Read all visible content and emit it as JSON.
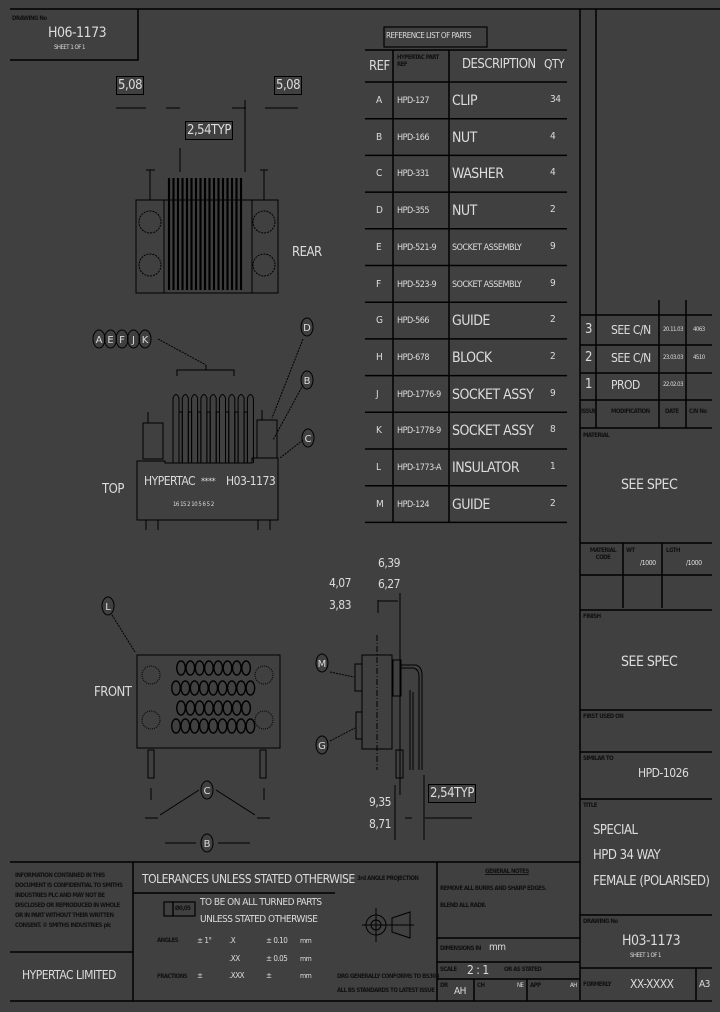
{
  "corner_box": {
    "label": "DRAWING No",
    "number": "H06-1173",
    "sheet": "SHEET 1 OF 1"
  },
  "dimensions": {
    "rear_left": "5,08",
    "rear_right": "5,08",
    "rear_pitch": "2,54TYP",
    "side_a1": "4,07",
    "side_a2": "3,83",
    "side_b1": "6,39",
    "side_b2": "6,27",
    "side_c1": "9,35",
    "side_c2": "8,71",
    "side_pitch": "2,54TYP"
  },
  "views": {
    "rear": "REAR",
    "top": "TOP",
    "front": "FRONT"
  },
  "top_marking": {
    "brand": "HYPERTAC",
    "stars": "****",
    "part": "H03-1173",
    "numbers": "16 15 2 10 5 6 5 2"
  },
  "callouts": {
    "group": [
      "A",
      "E",
      "F",
      "J",
      "K"
    ],
    "top_right": [
      "D",
      "B",
      "C"
    ],
    "front": "L",
    "side": [
      "M",
      "G"
    ],
    "below": [
      "C",
      "B"
    ]
  },
  "parts_list": {
    "title": "REFERENCE LIST OF PARTS",
    "headers": [
      "REF",
      "HYPERTAC PART REF",
      "DESCRIPTION",
      "QTY"
    ],
    "rows": [
      {
        "ref": "A",
        "part": "HPD-127",
        "desc": "CLIP",
        "qty": "34"
      },
      {
        "ref": "B",
        "part": "HPD-166",
        "desc": "NUT",
        "qty": "4"
      },
      {
        "ref": "C",
        "part": "HPD-331",
        "desc": "WASHER",
        "qty": "4"
      },
      {
        "ref": "D",
        "part": "HPD-355",
        "desc": "NUT",
        "qty": "2"
      },
      {
        "ref": "E",
        "part": "HPD-521-9",
        "desc": "SOCKET ASSEMBLY",
        "qty": "9"
      },
      {
        "ref": "F",
        "part": "HPD-523-9",
        "desc": "SOCKET ASSEMBLY",
        "qty": "9"
      },
      {
        "ref": "G",
        "part": "HPD-566",
        "desc": "GUIDE",
        "qty": "2"
      },
      {
        "ref": "H",
        "part": "HPD-678",
        "desc": "BLOCK",
        "qty": "2"
      },
      {
        "ref": "J",
        "part": "HPD-1776-9",
        "desc": "SOCKET ASSY",
        "qty": "9"
      },
      {
        "ref": "K",
        "part": "HPD-1778-9",
        "desc": "SOCKET ASSY",
        "qty": "8"
      },
      {
        "ref": "L",
        "part": "HPD-1773-A",
        "desc": "INSULATOR",
        "qty": "1"
      },
      {
        "ref": "M",
        "part": "HPD-124",
        "desc": "GUIDE",
        "qty": "2"
      }
    ]
  },
  "revisions": {
    "headers": [
      "ISSUE",
      "MODIFICATION",
      "DATE",
      "C/N No"
    ],
    "rows": [
      {
        "issue": "3",
        "mod": "SEE C/N",
        "date": "20.11.03",
        "cn": "4063"
      },
      {
        "issue": "2",
        "mod": "SEE C/N",
        "date": "23.03.03",
        "cn": "4510"
      },
      {
        "issue": "1",
        "mod": "PROD",
        "date": "22.02.03",
        "cn": ""
      }
    ]
  },
  "material": {
    "label": "MATERIAL",
    "value": "SEE SPEC",
    "code_label": "MATERIAL CODE",
    "wt_label": "WT",
    "wt_unit": "/1000",
    "lgth_label": "LGTH",
    "lgth_unit": "/1000"
  },
  "finish": {
    "label": "FINISH",
    "value": "SEE SPEC"
  },
  "first_used_on": {
    "label": "FIRST USED ON"
  },
  "similar_to": {
    "label": "SIMILAR TO",
    "value": "HPD-1026"
  },
  "title": {
    "label": "TITLE",
    "lines": [
      "SPECIAL",
      "HPD 34 WAY",
      "FEMALE (POLARISED)"
    ]
  },
  "drawing_no": {
    "label": "DRAWING No",
    "number": "H03-1173",
    "sheet": "SHEET 1 OF 1"
  },
  "formerly": {
    "label": "FORMERLY",
    "value": "XX-XXXX",
    "size": "A3"
  },
  "confidential": {
    "text": [
      "INFORMATION CONTAINED IN THIS",
      "DOCUMENT IS CONFIDENTIAL TO SMITHS",
      "INDUSTRIES PLC AND MAY NOT BE",
      "DISCLOSED OR REPRODUCED IN WHOLE",
      "OR IN PART WITHOUT THEIR WRITTEN",
      "CONSENT.  © SMITHS INDUSTRIES plc"
    ],
    "company": "HYPERTAC LIMITED"
  },
  "tolerances": {
    "title": "TOLERANCES UNLESS STATED OTHERWISE",
    "symbol": "Ø0,05",
    "turned1": "TO BE ON ALL TURNED PARTS",
    "turned2": "UNLESS STATED OTHERWISE",
    "angles_label": "ANGLES",
    "angles_val": "± 1°",
    "x1": ".X",
    "x1_tol": "± 0.10",
    "x1_unit": "mm",
    "x2": ".XX",
    "x2_tol": "± 0.05",
    "x2_unit": "mm",
    "fractions_label": "FRACTIONS",
    "fractions_val": "±",
    "x3": ".XXX",
    "x3_tol": "±",
    "x3_unit": "mm"
  },
  "projection": {
    "label": "3rd ANGLE PROJECTION",
    "conform1": "DRG GENERALLY CONFORMS TO BS308",
    "conform2": "ALL BS STANDARDS TO LATEST ISSUE"
  },
  "general_notes": {
    "title": "GENERAL NOTES",
    "line1": "REMOVE ALL BURRS AND SHARP EDGES.",
    "line2": "BLEND ALL RADII."
  },
  "dimensions_in": {
    "label": "DIMENSIONS IN",
    "value": "mm"
  },
  "scale": {
    "label": "SCALE",
    "value": "2 : 1",
    "note": "OR AS STATED"
  },
  "signoff": {
    "dr_label": "DR",
    "dr": "AH",
    "ch_label": "CH",
    "ch": "NE",
    "app_label": "APP",
    "app": "AH"
  }
}
